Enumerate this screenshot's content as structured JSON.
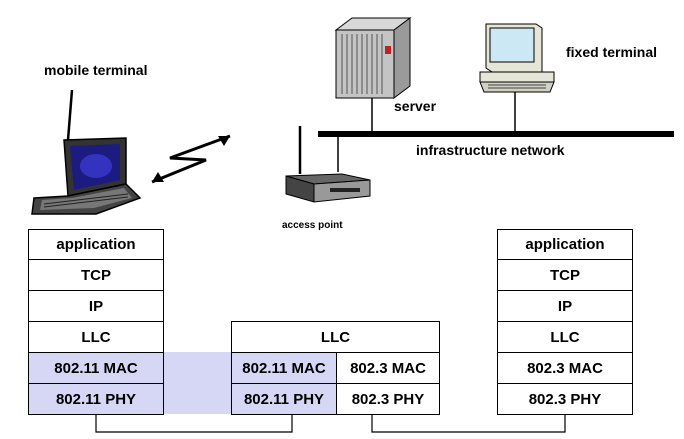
{
  "labels": {
    "mobile_terminal": "mobile terminal",
    "server": "server",
    "fixed_terminal": "fixed terminal",
    "infrastructure_network": "infrastructure network",
    "access_point": "access point"
  },
  "stacks": {
    "mobile": [
      "application",
      "TCP",
      "IP",
      "LLC",
      "802.11 MAC",
      "802.11 PHY"
    ],
    "access_point": {
      "llc": "LLC",
      "mac_wireless": "802.11 MAC",
      "phy_wireless": "802.11 PHY",
      "mac_wired": "802.3 MAC",
      "phy_wired": "802.3 PHY"
    },
    "fixed": [
      "application",
      "TCP",
      "IP",
      "LLC",
      "802.3 MAC",
      "802.3 PHY"
    ]
  },
  "colors": {
    "wireless_layer_fill": "#d6d6f5",
    "line": "#000000"
  },
  "icons": [
    "laptop-icon",
    "wireless-link-icon",
    "access-point-icon",
    "server-icon",
    "fixed-terminal-icon"
  ]
}
